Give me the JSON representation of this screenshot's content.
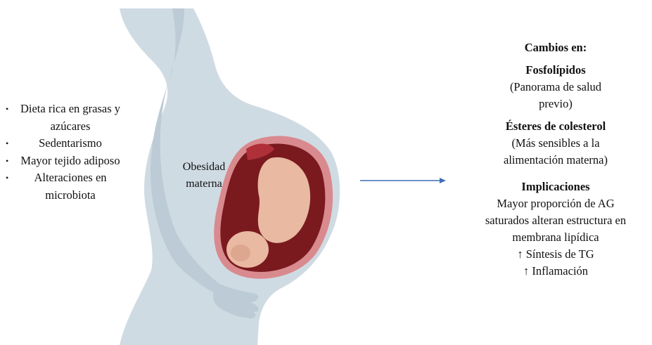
{
  "left_list": {
    "items": [
      "Dieta rica en grasas y azúcares",
      "Sedentarismo",
      "Mayor tejido adiposo",
      "Alteraciones en microbiota"
    ]
  },
  "figure": {
    "label_line1": "Obesidad",
    "label_line2": "materna"
  },
  "right_panel": {
    "heading": "Cambios en:",
    "phospholipids": {
      "title": "Fosfolípidos",
      "note_line1": "(Panorama de salud",
      "note_line2": "previo)"
    },
    "cholesterol_esters": {
      "title": "Ésteres de colesterol",
      "note_line1": "(Más sensibles a la",
      "note_line2": "alimentación materna)"
    },
    "implications": {
      "title": "Implicaciones",
      "line1": "Mayor proporción de AG",
      "line2": "saturados alteran  estructura en",
      "line3": "membrana lipídica",
      "line4": "↑  Síntesis de TG",
      "line5": "↑ Inflamación"
    }
  },
  "colors": {
    "silhouette": "#cfdbe3",
    "uterus_outer": "#d98a8e",
    "uterus_cavity": "#7a1a1e",
    "fetus": "#e9b9a1",
    "arrow": "#3f6fb5"
  },
  "icons": {
    "pregnant_woman": "pregnant-silhouette",
    "fetus": "fetus-in-womb",
    "arrow": "right-arrow"
  }
}
